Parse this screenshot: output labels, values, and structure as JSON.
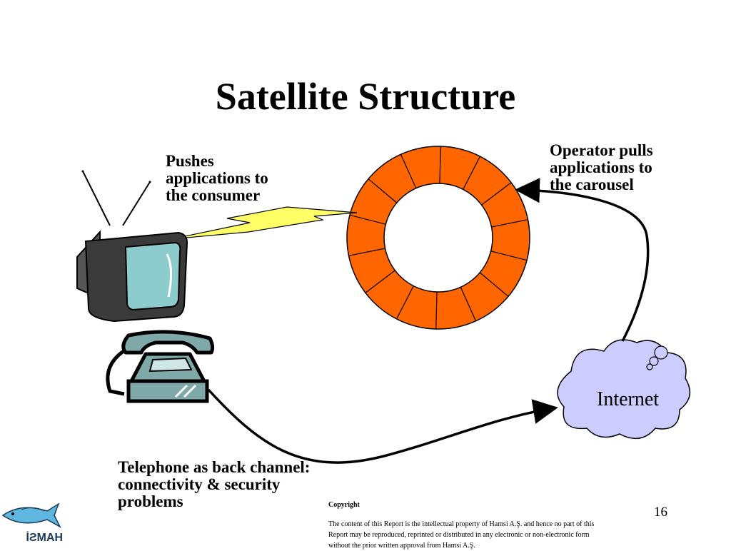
{
  "slide": {
    "title": "Satellite Structure",
    "page_number": "16"
  },
  "labels": {
    "push": [
      "Pushes",
      "applications to",
      "the consumer"
    ],
    "operator": [
      "Operator pulls",
      "applications to",
      "the carousel"
    ],
    "telephone": [
      "Telephone as back channel:",
      "connectivity & security",
      "problems"
    ],
    "internet": "Internet"
  },
  "logo": {
    "text": "HAMSİ"
  },
  "copyright": {
    "heading": "Copyright",
    "lines": [
      "The content of this Report is the intellectual property of Hamsi A.Ş. and hence no part of this",
      "Report may be reproduced, reprinted or distributed in any electronic or non-electronic form",
      "without the prior written approval from Hamsi A.Ş."
    ]
  },
  "colors": {
    "carousel": "#ff6600",
    "cloud": "#ccccff",
    "lightning": "#ffff66",
    "screen": "#8ccccc",
    "phone": "#7fa8a8",
    "fish": "#5fb7e0"
  },
  "icons": [
    "tv-icon",
    "telephone-icon",
    "cloud-icon",
    "lightning-icon",
    "carousel-ring-icon",
    "fish-logo-icon"
  ]
}
